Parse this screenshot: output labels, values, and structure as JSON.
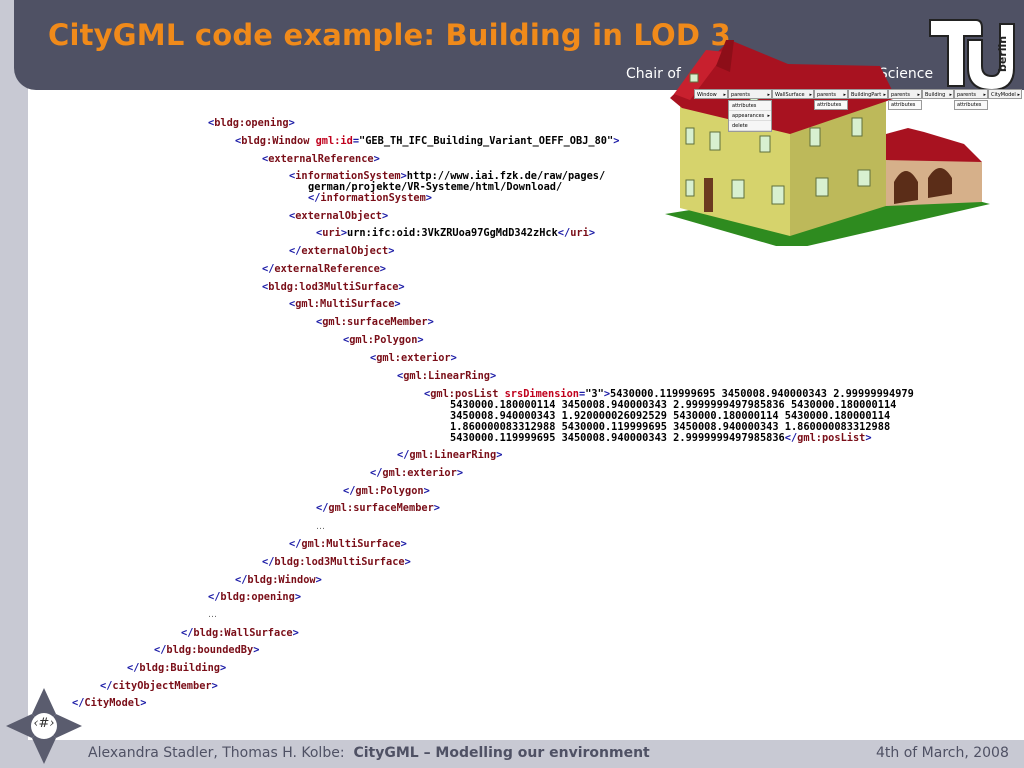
{
  "header": {
    "title": "CityGML code example: Building in LOD 3",
    "subtitle_left": "Chair of",
    "subtitle_right": "Science",
    "logo_text": "berlin"
  },
  "breadcrumb": {
    "items": [
      "Window",
      "parents",
      "WallSurface",
      "parents",
      "BuildingPart",
      "parents",
      "Building",
      "parents",
      "CityModel"
    ],
    "sub_items": [
      "attributes",
      "attributes",
      "attributes",
      "attributes"
    ]
  },
  "context_menu": {
    "items": [
      "attributes",
      "appearances",
      "delete"
    ]
  },
  "xml": [
    {
      "kind": "open",
      "tag": "bldg:opening"
    },
    {
      "kind": "open",
      "tag": "bldg:Window",
      "attr": "gml:id",
      "val": "\"GEB_TH_IFC_Building_Variant_OEFF_OBJ_80\""
    },
    {
      "kind": "open",
      "tag": "externalReference"
    },
    {
      "kind": "open",
      "tag": "informationSystem",
      "text": "http://www.iai.fzk.de/raw/pages/"
    },
    {
      "kind": "text",
      "text": "german/projekte/VR-Systeme/html/Download/"
    },
    {
      "kind": "close",
      "tag": "informationSystem"
    },
    {
      "kind": "open",
      "tag": "externalObject"
    },
    {
      "kind": "open",
      "tag": "uri",
      "text": "urn:ifc:oid:3VkZRUoa97GgMdD342zHck",
      "close": "uri"
    },
    {
      "kind": "close",
      "tag": "externalObject"
    },
    {
      "kind": "close",
      "tag": "externalReference"
    },
    {
      "kind": "open",
      "tag": "bldg:lod3MultiSurface"
    },
    {
      "kind": "open",
      "tag": "gml:MultiSurface"
    },
    {
      "kind": "open",
      "tag": "gml:surfaceMember"
    },
    {
      "kind": "open",
      "tag": "gml:Polygon"
    },
    {
      "kind": "open",
      "tag": "gml:exterior"
    },
    {
      "kind": "open",
      "tag": "gml:LinearRing"
    },
    {
      "kind": "open",
      "tag": "gml:posList",
      "attr": "srsDimension",
      "val": "\"3\"",
      "text": "5430000.119999695 3450008.940000343 2.99999994979"
    },
    {
      "kind": "text",
      "text": "5430000.180000114 3450008.940000343 2.9999999497985836 5430000.180000114"
    },
    {
      "kind": "text",
      "text": "3450008.940000343 1.92000002609252​9 5430000.180000114 5430000.180000114"
    },
    {
      "kind": "text",
      "text": "1.860000083312988 5430000.119999695 3450008.940000343 1.860000083312988"
    },
    {
      "kind": "text",
      "text": "5430000.119999695 3450008.940000343 2.9999999497985836",
      "close": "gml:posList"
    },
    {
      "kind": "close",
      "tag": "gml:LinearRing"
    },
    {
      "kind": "close",
      "tag": "gml:exterior"
    },
    {
      "kind": "close",
      "tag": "gml:Polygon"
    },
    {
      "kind": "close",
      "tag": "gml:surfaceMember"
    },
    {
      "kind": "ellipsis",
      "text": "…"
    },
    {
      "kind": "close",
      "tag": "gml:MultiSurface"
    },
    {
      "kind": "close",
      "tag": "bldg:lod3MultiSurface"
    },
    {
      "kind": "close",
      "tag": "bldg:Window"
    },
    {
      "kind": "close",
      "tag": "bldg:opening"
    },
    {
      "kind": "ellipsis",
      "text": "…"
    },
    {
      "kind": "close",
      "tag": "bldg:WallSurface"
    },
    {
      "kind": "close",
      "tag": "bldg:boundedBy"
    },
    {
      "kind": "close",
      "tag": "bldg:Building"
    },
    {
      "kind": "close",
      "tag": "cityObjectMember"
    },
    {
      "kind": "close",
      "tag": "CityModel"
    }
  ],
  "footer": {
    "authors": "Alexandra Stadler, Thomas H. Kolbe:",
    "talk_title": "CityGML – Modelling our environment",
    "date": "4th of March, 2008",
    "nav_label": "‹#›"
  }
}
